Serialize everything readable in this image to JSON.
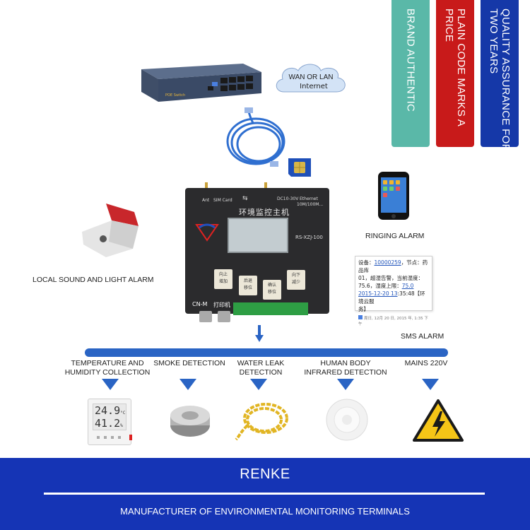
{
  "ribbons": [
    {
      "label": "BRAND AUTHENTIC",
      "color": "#5ab8a8"
    },
    {
      "label": "PLAIN CODE MARKS A\nPRICE",
      "color": "#c81a1a"
    },
    {
      "label": "QUALITY ASSURANCE FOR\nTWO YEARS",
      "color": "#1538a8"
    }
  ],
  "network": {
    "switch_label": "POE Switch",
    "cloud_line1": "WAN OR LAN",
    "cloud_line2": "Internet"
  },
  "device": {
    "title": "环境监控主机",
    "model": "RS-XZJ-100",
    "ant": "Ant",
    "sim": "SIM Card",
    "power": "DC10-30V",
    "ethernet": "Ethernet",
    "ethernet_speed": "10M/100M...",
    "cn_m": "CN-M",
    "printer": "打印机",
    "buttons": [
      {
        "line1": "向上",
        "line2": "增加"
      },
      {
        "line1": "后退",
        "line2": "移位"
      },
      {
        "line1": "确认",
        "line2": "移位"
      },
      {
        "line1": "向下",
        "line2": "减少"
      }
    ]
  },
  "labels": {
    "ringing_alarm": "RINGING ALARM",
    "local_alarm": "LOCAL SOUND AND LIGHT ALARM",
    "sms_alarm": "SMS ALARM"
  },
  "sms": {
    "prefix": "设备：",
    "device_id": "10000259",
    "line1_rest": "，节点：药品库",
    "line2": "01，超湿告警，当前湿度：",
    "line3": "75.6，湿度上限：",
    "limit": "75.0",
    "date": "2015-12-20 13",
    "line4_rest": ":35:48【环境云服",
    "line5": "务】",
    "footer": "周日, 12月 20 日, 2015 年, 1:35 下午"
  },
  "detections": [
    {
      "line1": "TEMPERATURE AND",
      "line2": "HUMIDITY COLLECTION"
    },
    {
      "line1": "SMOKE DETECTION",
      "line2": ""
    },
    {
      "line1": "WATER LEAK",
      "line2": "DETECTION"
    },
    {
      "line1": "HUMAN BODY",
      "line2": "INFRARED DETECTION"
    },
    {
      "line1": "MAINS 220V",
      "line2": ""
    }
  ],
  "thermo": {
    "temp": "24.9",
    "temp_unit": "°C",
    "hum": "41.2",
    "hum_unit": "%"
  },
  "footer": {
    "title": "RENKE",
    "subtitle": "MANUFACTURER OF ENVIRONMENTAL MONITORING TERMINALS"
  }
}
